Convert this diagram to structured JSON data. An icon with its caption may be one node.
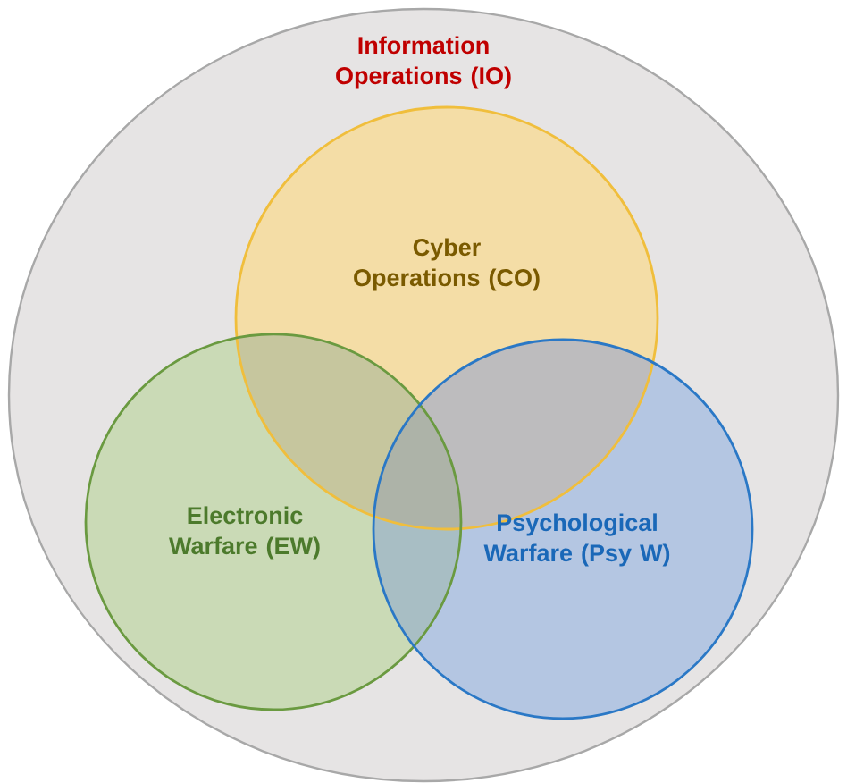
{
  "diagram": {
    "nodes": [
      {
        "text": [
          "Information Operations (IO)"
        ]
      },
      {
        "text": [
          "Cyber Operations (CO)"
        ],
        "in": 0
      },
      {
        "text": [
          "Electronic Warfare (EW)"
        ],
        "in": 0
      },
      {
        "text": [
          "Psychological Warfare (Psy W)"
        ],
        "in": 0
      }
    ]
  }
}
